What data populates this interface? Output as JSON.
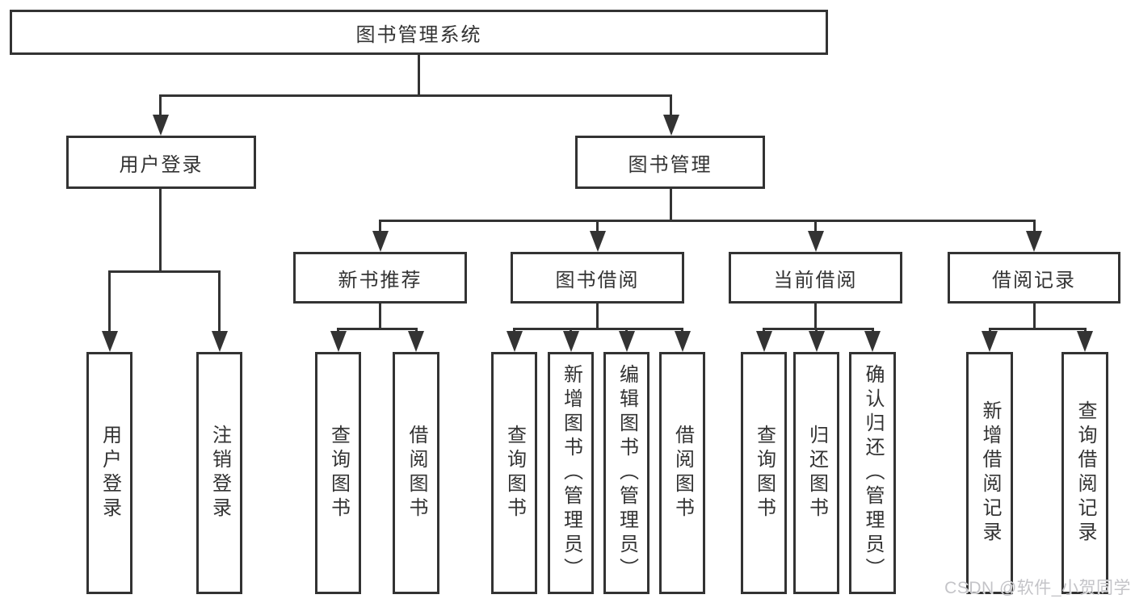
{
  "tree": {
    "root": "图书管理系统",
    "user_login": "用户登录",
    "book_mgmt": "图书管理",
    "new_book_rec": "新书推荐",
    "book_borrow": "图书借阅",
    "current_borrow": "当前借阅",
    "borrow_record": "借阅记录",
    "leaves": {
      "user_login": [
        "用户登录",
        "注销登录"
      ],
      "new_book_rec": [
        "查询图书",
        "借阅图书"
      ],
      "book_borrow": [
        "查询图书",
        "新增图书（管理员）",
        "编辑图书（管理员）",
        "借阅图书"
      ],
      "current_borrow": [
        "查询图书",
        "归还图书",
        "确认归还（管理员）"
      ],
      "borrow_record": [
        "新增借阅记录",
        "查询借阅记录"
      ]
    }
  },
  "watermark": "CSDN @软件_小贺同学",
  "colors": {
    "line": "#333333",
    "text": "#333333",
    "node_fill": "#ffffff",
    "watermark": "#c4c4c8",
    "background": "#ffffff"
  }
}
